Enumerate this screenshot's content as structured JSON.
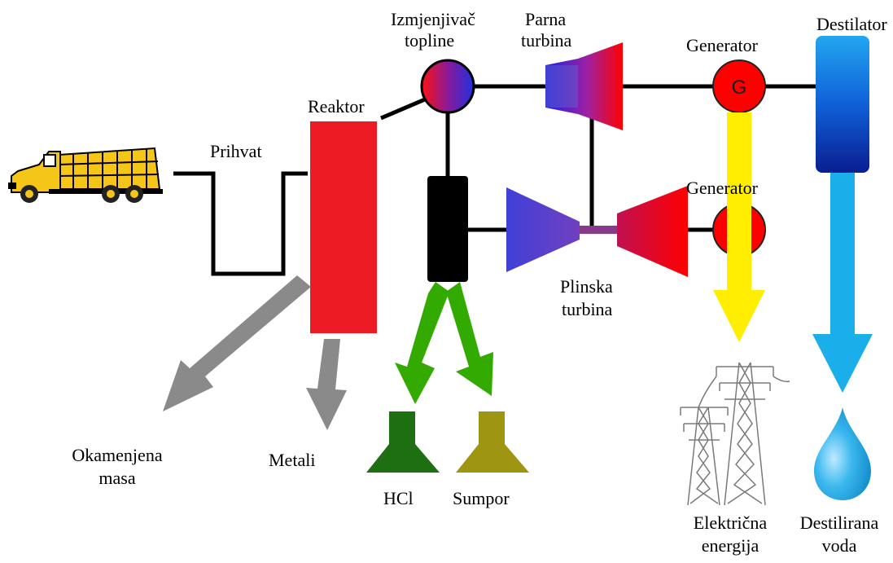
{
  "labels": {
    "prihvat": "Prihvat",
    "reaktor": "Reaktor",
    "izmjenjivac_line1": "Izmjenjivač",
    "izmjenjivac_line2": "topline",
    "parna_line1": "Parna",
    "parna_line2": "turbina",
    "generator_top": "Generator",
    "generator_bottom": "Generator",
    "destilator": "Destilator",
    "plinska_line1": "Plinska",
    "plinska_line2": "turbina",
    "okamenjena_line1": "Okamenjena",
    "okamenjena_line2": "masa",
    "metali": "Metali",
    "hcl": "HCl",
    "sumpor": "Sumpor",
    "elektricna_line1": "Električna",
    "elektricna_line2": "energija",
    "destilirana_line1": "Destilirana",
    "destilirana_line2": "voda"
  },
  "generator_symbol": "G",
  "colors": {
    "reactor": "#ed1c24",
    "truck": "#f5c518",
    "pipe": "#000000",
    "green_arrow": "#33aa00",
    "gray_arrow": "#8a8a8a",
    "yellow_arrow": "#ffee00",
    "blue_arrow": "#1aaeea",
    "hcl_funnel": "#1e6e12",
    "sumpor_funnel": "#9e9612",
    "turbine_blue": "#3a3ad8",
    "turbine_red": "#ff0000",
    "generator": "#ff0000",
    "destilator_top": "#1a8fe6",
    "destilator_bottom": "#0a2a9a"
  },
  "icons": [
    "truck-icon",
    "power-pylon-icon",
    "water-drop-icon"
  ]
}
